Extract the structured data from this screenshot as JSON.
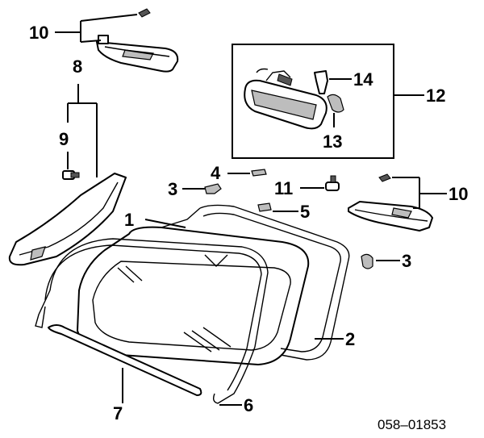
{
  "callouts": {
    "c1": "1",
    "c2": "2",
    "c3a": "3",
    "c3b": "3",
    "c4": "4",
    "c5": "5",
    "c6": "6",
    "c7": "7",
    "c8": "8",
    "c9": "9",
    "c10a": "10",
    "c10b": "10",
    "c11": "11",
    "c12": "12",
    "c13": "13",
    "c14": "14"
  },
  "reference_code": "058–01853"
}
